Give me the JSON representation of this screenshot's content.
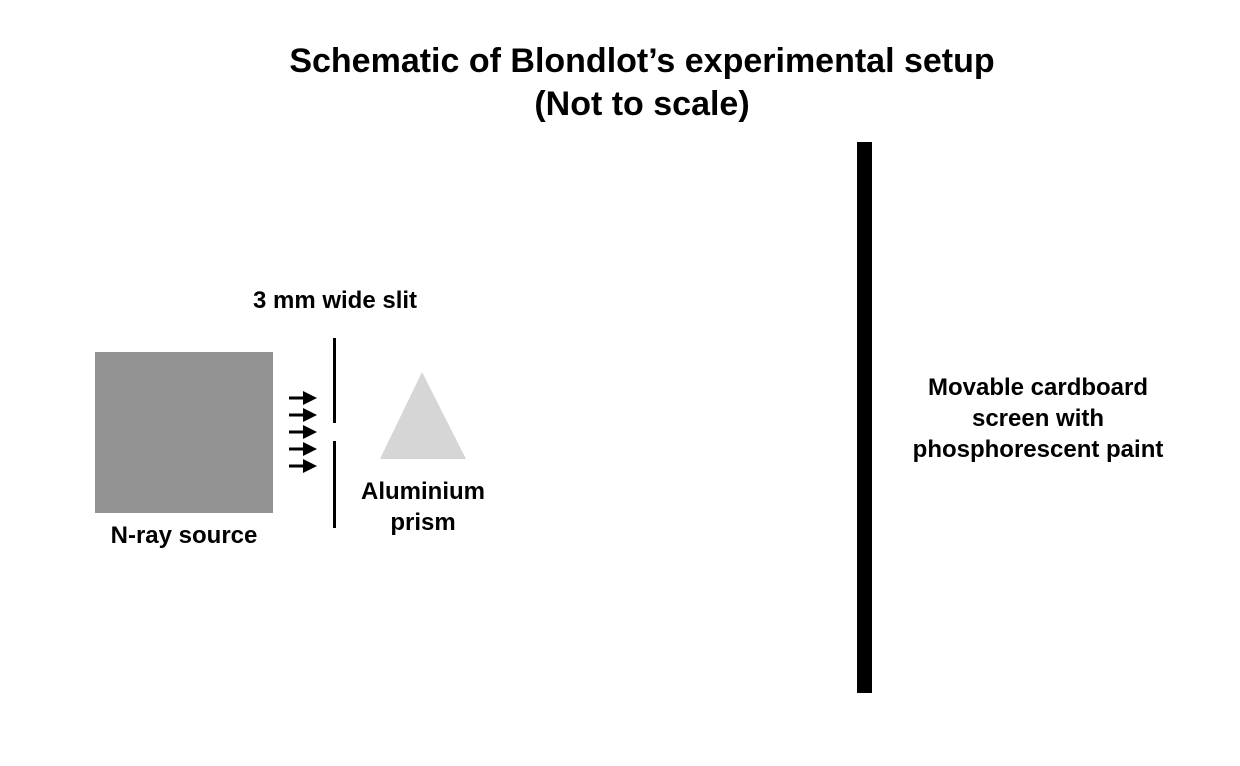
{
  "title": {
    "line1": "Schematic of Blondlot’s experimental setup",
    "line2": "(Not to scale)"
  },
  "labels": {
    "slit": "3 mm wide slit",
    "source": "N-ray source",
    "prism_line1": "Aluminium",
    "prism_line2": "prism",
    "screen_line1": "Movable cardboard",
    "screen_line2": "screen with",
    "screen_line3": "phosphorescent paint"
  },
  "colors": {
    "source": "#939393",
    "prism": "#d6d6d6",
    "screen": "#000000",
    "arrows": "#000000"
  }
}
